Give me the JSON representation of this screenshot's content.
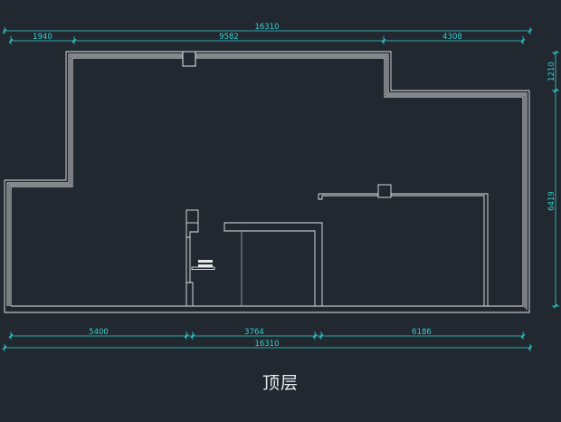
{
  "drawing": {
    "caption": "顶层",
    "colors": {
      "background": "#212830",
      "walls": "#e8e8e8",
      "dimensions": "#36d0cf"
    }
  },
  "dimensions": {
    "top_total": "16310",
    "top_segments": [
      "1940",
      "9582",
      "4308"
    ],
    "bottom_segments": [
      "5400",
      "3764",
      "6186"
    ],
    "bottom_total": "16310",
    "right_segments": [
      "1210",
      "6419"
    ]
  }
}
